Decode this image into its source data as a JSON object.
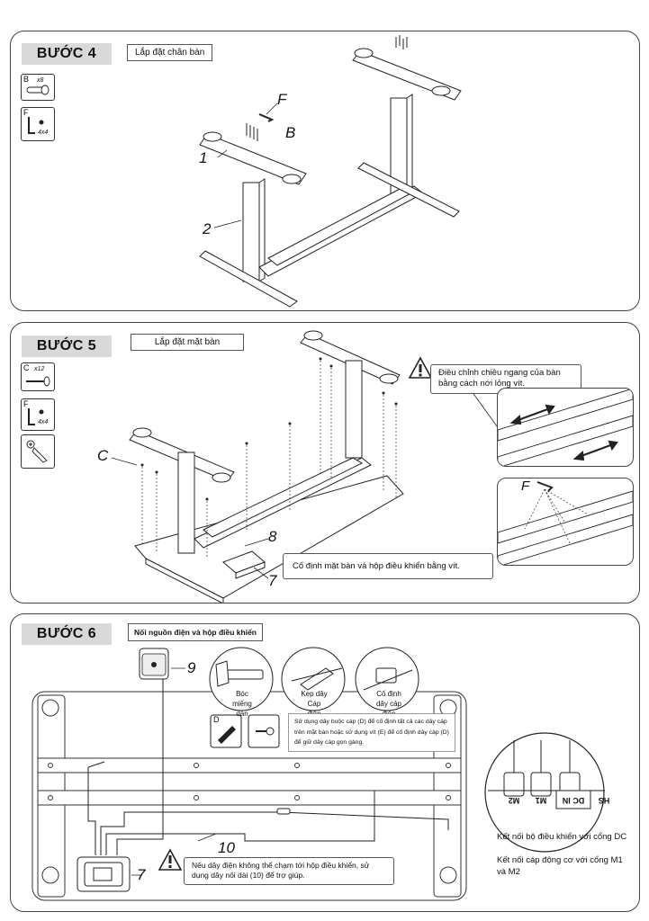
{
  "step4": {
    "label": "BƯỚC 4",
    "title": "Lắp đặt chân bàn",
    "parts": [
      {
        "code": "B",
        "qty": "x8",
        "icon": "bolt-icon"
      },
      {
        "code": "F",
        "qty": "4x4",
        "icon": "hex-key-icon"
      }
    ],
    "callouts": {
      "f": "F",
      "b": "B",
      "one": "1",
      "two": "2"
    }
  },
  "step5": {
    "label": "BƯỚC 5",
    "title": "Lắp đặt mặt bàn",
    "parts": [
      {
        "code": "C",
        "qty": "x12",
        "icon": "screw-icon"
      },
      {
        "code": "F",
        "qty": "4x4",
        "icon": "hex-key-icon"
      },
      {
        "code": "",
        "qty": "",
        "icon": "screwdriver-icon"
      }
    ],
    "callouts": {
      "c": "C",
      "eight": "8",
      "seven": "7",
      "f": "F"
    },
    "warning": "Điều chỉnh chiều ngang của bàn bằng cách nới lỏng vít.",
    "note": "Cố định mặt bàn và hộp điều khiển bằng vít."
  },
  "step6": {
    "label": "BƯỚC 6",
    "title": "Nối nguồn điện và hộp điều khiển",
    "callouts": {
      "nine": "9",
      "ten": "10",
      "seven": "7"
    },
    "circles": [
      "Bóc miếng dán",
      "Kẹp dây Cáp điện",
      "Cố định dây cáp điện"
    ],
    "part_d": "D",
    "cable_note": "Sử dụng dây buộc cáp (D) để cố định tất cả các dây cáp trên mặt bàn hoặc sử dụng vít (E) để cố định dây cáp (D) để giữ dây cáp gọn gàng.",
    "warning": "Nếu dây điện không thể chạm tới hộp điều khiển, sử dụng dây nối dài (10) để trợ giúp.",
    "ports": [
      "M2",
      "M1",
      "DC IN",
      "HS"
    ],
    "connect_notes": [
      "Kết nối bộ điều khiển với cổng DC",
      "Kết nối cáp động cơ với cổng M1 và M2"
    ]
  }
}
